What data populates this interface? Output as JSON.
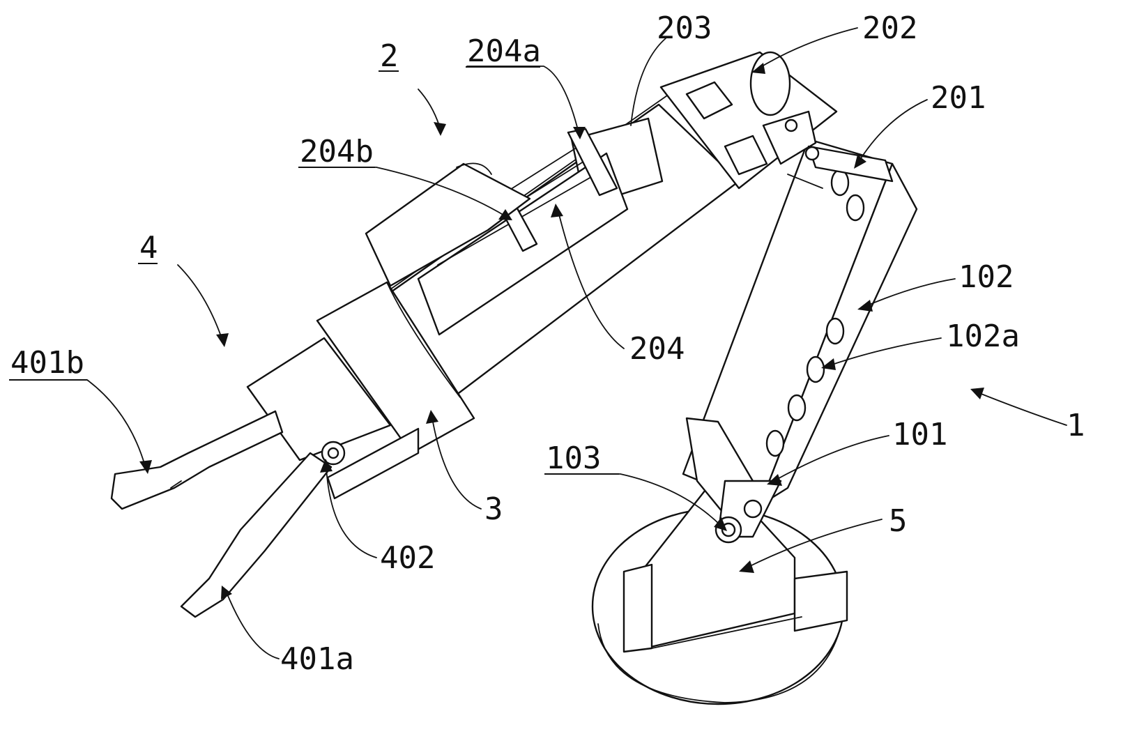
{
  "labels": {
    "l_2": "2",
    "l_203": "203",
    "l_202": "202",
    "l_201": "201",
    "l_204a": "204a",
    "l_204b": "204b",
    "l_204": "204",
    "l_4": "4",
    "l_401b": "401b",
    "l_401a": "401a",
    "l_402": "402",
    "l_3": "3",
    "l_102": "102",
    "l_102a": "102a",
    "l_1": "1",
    "l_101": "101",
    "l_103": "103",
    "l_5": "5"
  }
}
